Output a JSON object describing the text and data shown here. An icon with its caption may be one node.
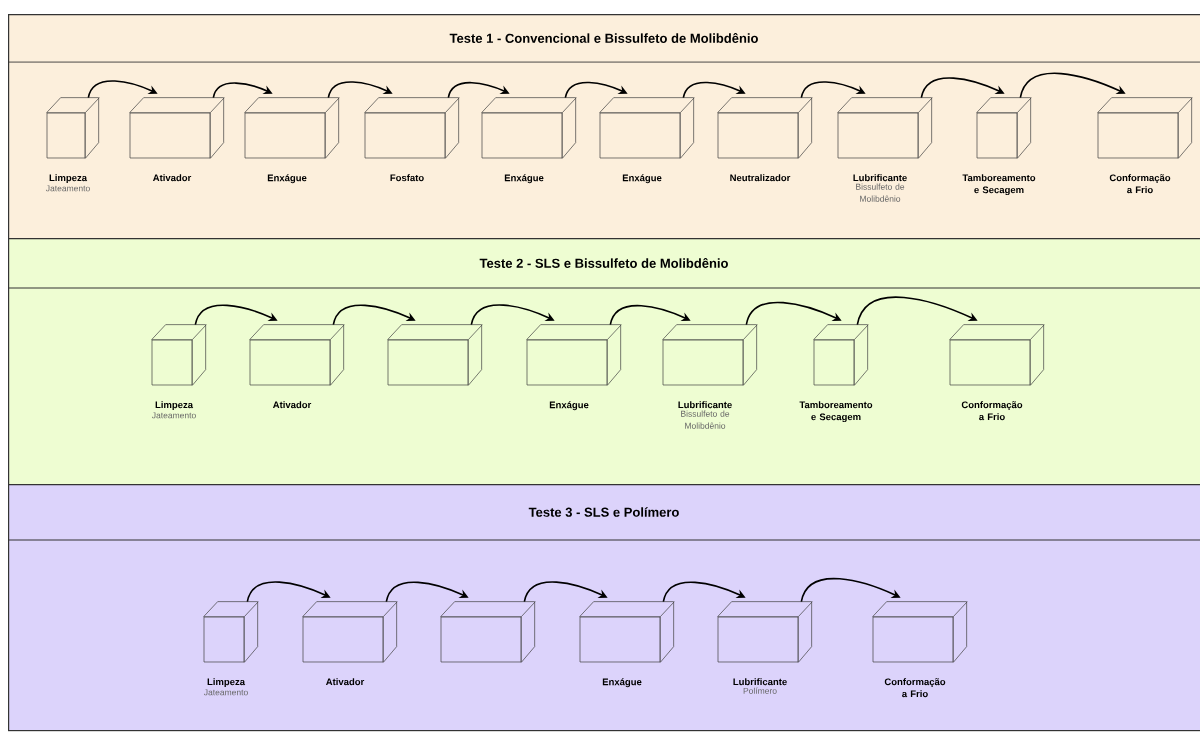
{
  "diagram": {
    "nodes": [
      {
        "text": [
          "Teste 1 - Convencional e Bissulfeto de Molibdênio"
        ]
      },
      {
        "text": [
          "Limpeza",
          "Jateamento"
        ],
        "in": 0
      },
      {
        "text": [
          "Ativador"
        ],
        "in": 0
      },
      {
        "text": [
          "Enxágue"
        ],
        "in": 0
      },
      {
        "text": [
          "Fosfato"
        ],
        "in": 0
      },
      {
        "text": [
          "Enxágue"
        ],
        "in": 0
      },
      {
        "text": [
          "Enxágue"
        ],
        "in": 0
      },
      {
        "text": [
          "Neutralizador"
        ],
        "in": 0
      },
      {
        "text": [
          "Lubrificante",
          "Bissulfeto de Molibdênio"
        ],
        "in": 0
      },
      {
        "text": [
          "Tamboreamento e Secagem"
        ],
        "in": 0
      },
      {
        "text": [
          "Conformação a Frio"
        ],
        "in": 0
      },
      {
        "text": [
          "Teste 2 - SLS e Bissulfeto de Molibdênio"
        ]
      },
      {
        "text": [
          "Limpeza",
          "Jateamento"
        ],
        "in": 11
      },
      {
        "text": [
          "Ativador"
        ],
        "in": 11
      },
      {
        "text": [],
        "shape": "box",
        "in": 11
      },
      {
        "text": [
          "Enxágue"
        ],
        "in": 11
      },
      {
        "text": [
          "Lubrificante",
          "Bissulfeto de Molibdênio"
        ],
        "in": 11
      },
      {
        "text": [
          "Tamboreamento e Secagem"
        ],
        "in": 11
      },
      {
        "text": [
          "Conformação a Frio"
        ],
        "in": 11
      },
      {
        "text": [
          "Teste 3 - SLS e Polímero"
        ]
      },
      {
        "text": [
          "Limpeza",
          "Jateamento"
        ],
        "in": 19
      },
      {
        "text": [
          "Ativador"
        ],
        "in": 19
      },
      {
        "text": [],
        "shape": "box",
        "in": 19
      },
      {
        "text": [
          "Enxágue"
        ],
        "in": 19
      },
      {
        "text": [
          "Lubrificante",
          "Polímero"
        ],
        "in": 19
      },
      {
        "text": [
          "Conformação a Frio"
        ],
        "in": 19
      }
    ],
    "edges": [
      {
        "from": 1,
        "to": 2,
        "arrow": "to"
      },
      {
        "from": 2,
        "to": 3,
        "arrow": "to"
      },
      {
        "from": 3,
        "to": 4,
        "arrow": "to"
      },
      {
        "from": 4,
        "to": 5,
        "arrow": "to"
      },
      {
        "from": 5,
        "to": 6,
        "arrow": "to"
      },
      {
        "from": 6,
        "to": 7,
        "arrow": "to"
      },
      {
        "from": 7,
        "to": 8,
        "arrow": "to"
      },
      {
        "from": 8,
        "to": 9,
        "arrow": "to"
      },
      {
        "from": 9,
        "to": 10,
        "arrow": "to"
      },
      {
        "from": 12,
        "to": 13,
        "arrow": "to"
      },
      {
        "from": 13,
        "to": 14,
        "arrow": "to"
      },
      {
        "from": 14,
        "to": 15,
        "arrow": "to"
      },
      {
        "from": 15,
        "to": 16,
        "arrow": "to"
      },
      {
        "from": 16,
        "to": 17,
        "arrow": "to"
      },
      {
        "from": 17,
        "to": 18,
        "arrow": "to"
      },
      {
        "from": 20,
        "to": 21,
        "arrow": "to"
      },
      {
        "from": 21,
        "to": 22,
        "arrow": "to"
      },
      {
        "from": 22,
        "to": 23,
        "arrow": "to"
      },
      {
        "from": 23,
        "to": 24,
        "arrow": "to"
      },
      {
        "from": 24,
        "to": 25,
        "arrow": "to"
      }
    ]
  }
}
